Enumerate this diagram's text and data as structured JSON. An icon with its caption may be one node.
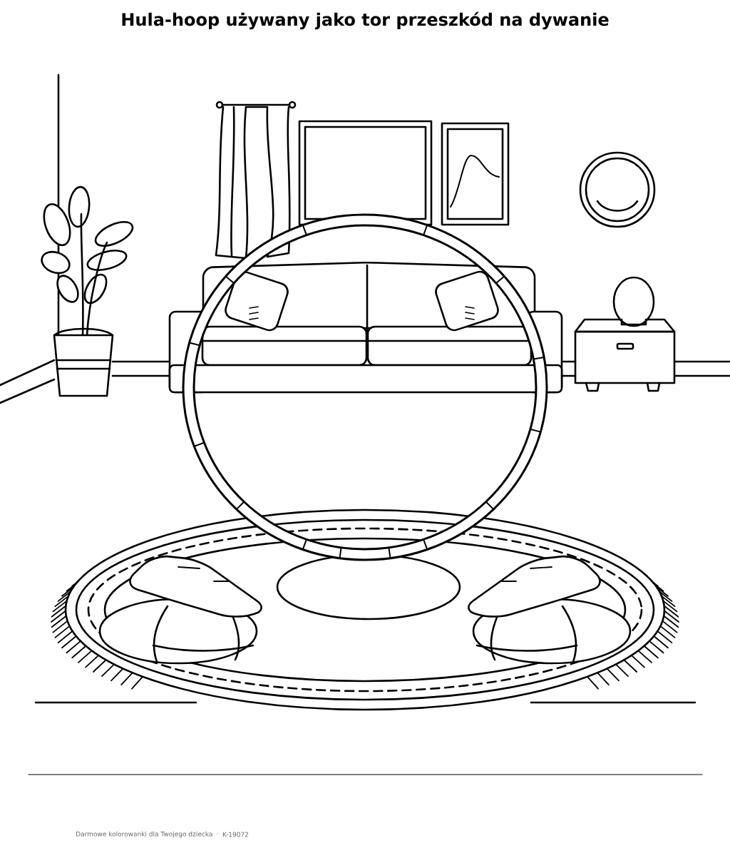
{
  "diagram": {
    "title": "Hula-hoop używany jako tor przeszkód na dywanie",
    "labels": [
      "Darmowe kolorowanki dla Twojego dziecka",
      "·",
      "K-19072"
    ]
  }
}
